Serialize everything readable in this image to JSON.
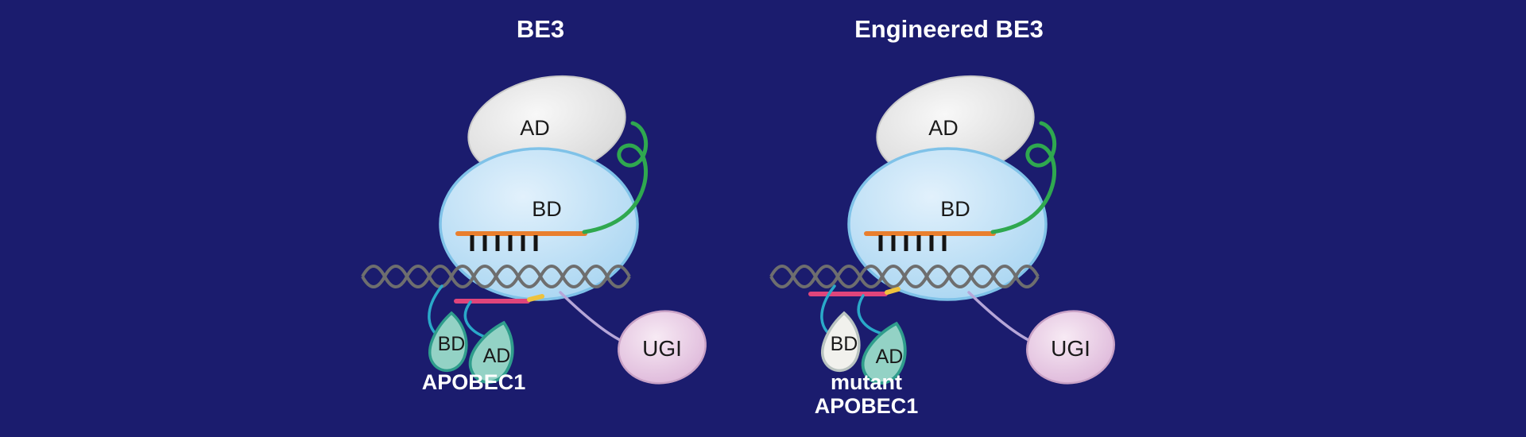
{
  "colors": {
    "background": "#1b1c6e",
    "cas9_light": "#e2f1fc",
    "cas9_mid": "#a6d4f1",
    "cas9_stroke": "#7fc2e8",
    "ad_light": "#f8f8f8",
    "ad_mid": "#d6d6d6",
    "ad_stroke": "#c9c9c9",
    "sgrna_green": "#2fa84f",
    "guide_orange": "#e97f2e",
    "tick_black": "#141414",
    "dna_gray": "#6e6e6e",
    "edit_pink": "#e0457b",
    "nick_yellow": "#eec23d",
    "apobec_fill": "#93d2c5",
    "apobec_stroke": "#2f9d8c",
    "mutant_fill": "#f1f1ed",
    "mutant_stroke": "#b9c3c0",
    "linker_teal": "#2aa9c9",
    "linker_lavender": "#b6a6d8",
    "ugi_light": "#f7eaf4",
    "ugi_mid": "#dcb4d8",
    "ugi_stroke": "#c9a2c6",
    "label_dark": "#1a1a1a",
    "label_white": "#ffffff"
  },
  "panels": [
    {
      "title": "BE3",
      "deaminase_label": "AD",
      "cas9_label": "BD",
      "apobec_bd_label": "BD",
      "apobec_ad_label": "AD",
      "apobec_name_line1": "APOBEC1",
      "apobec_name_line2": "",
      "ugi_label": "UGI"
    },
    {
      "title": "Engineered BE3",
      "deaminase_label": "AD",
      "cas9_label": "BD",
      "apobec_bd_label": "BD",
      "apobec_ad_label": "AD",
      "apobec_name_line1": "mutant",
      "apobec_name_line2": "APOBEC1",
      "ugi_label": "UGI"
    }
  ]
}
